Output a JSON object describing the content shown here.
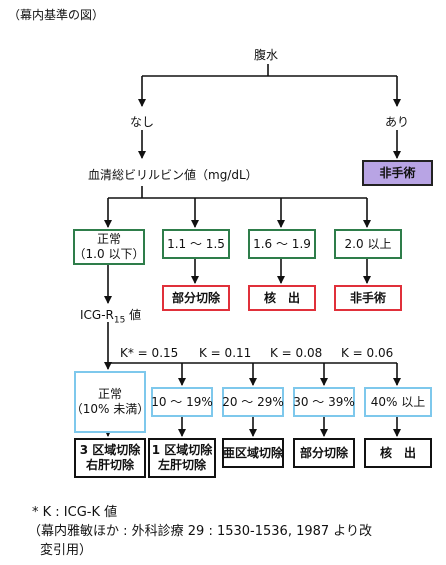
{
  "caption": "（幕内基準の図）",
  "root": "腹水",
  "branch_none": "なし",
  "branch_yes": "あり",
  "non_surgery_top": "非手術",
  "bilirubin_label": "血清総ビリルビン値（mg/dL）",
  "bil_normal_1": "正常",
  "bil_normal_2": "（1.0 以下）",
  "bil_range_1": "1.1 ～ 1.5",
  "bil_range_2": "1.6 ～ 1.9",
  "bil_range_3": "2.0 以上",
  "result_partial": "部分切除",
  "result_enucleation": "核　出",
  "result_non_surgery": "非手術",
  "icg_prefix": "ICG-R",
  "icg_sub": "15",
  "icg_suffix": " 値",
  "k_values": [
    "K* = 0.15",
    "K = 0.11",
    "K = 0.08",
    "K = 0.06"
  ],
  "icg_normal_1": "正常",
  "icg_normal_2": "（10% 未満）",
  "icg_range_1": "10 ～ 19%",
  "icg_range_2": "20 ～ 29%",
  "icg_range_3": "30 ～ 39%",
  "icg_range_4": "40% 以上",
  "final_1a": "3 区域切除",
  "final_1b": "右肝切除",
  "final_2a": "1 区域切除",
  "final_2b": "左肝切除",
  "final_3": "亜区域切除",
  "final_4": "部分切除",
  "final_5": "核　出",
  "footnote_k": "* K : ICG-K 値",
  "footnote_ref_1": "（幕内雅敏ほか : 外科診療 29 : 1530-1536, 1987 より改",
  "footnote_ref_2": "変引用）"
}
